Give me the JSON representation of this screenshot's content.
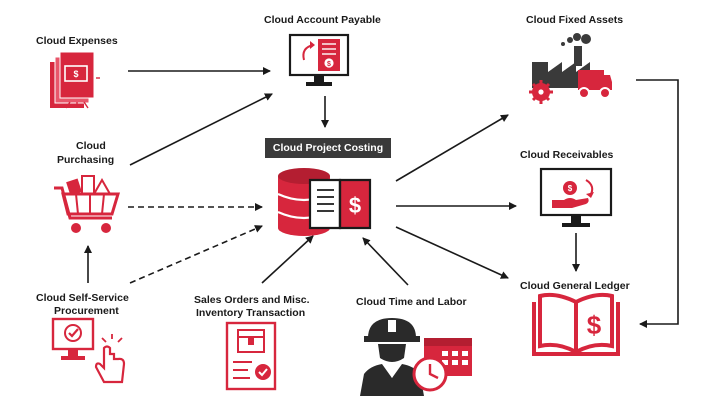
{
  "nodes": {
    "expenses": "Cloud Expenses",
    "account_payable": "Cloud Account Payable",
    "fixed_assets": "Cloud Fixed Assets",
    "purchasing_line1": "Cloud",
    "purchasing_line2": "Purchasing",
    "project_costing": "Cloud Project Costing",
    "receivables": "Cloud Receivables",
    "general_ledger": "Cloud General Ledger",
    "self_service_line1": "Cloud Self-Service",
    "self_service_line2": "Procurement",
    "sales_orders_line1": "Sales Orders and Misc.",
    "sales_orders_line2": "Inventory Transaction",
    "time_labor": "Cloud Time and Labor"
  },
  "icon_names": [
    "expenses-icon",
    "monitor-invoice-icon",
    "factory-truck-icon",
    "shopping-cart-icon",
    "database-book-icon",
    "monitor-receivables-icon",
    "ledger-book-icon",
    "touch-computer-icon",
    "order-form-icon",
    "worker-calendar-icon"
  ],
  "colors": {
    "accent": "#d7263d",
    "hub": "#3a3a3a",
    "line": "#1a1a1a"
  }
}
